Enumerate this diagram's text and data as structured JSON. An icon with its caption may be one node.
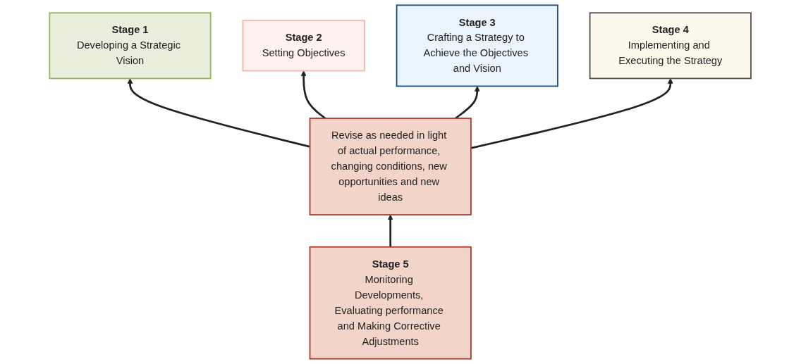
{
  "diagram": {
    "nodes": [
      {
        "text": [
          "Stage 1",
          "Developing a Strategic Vision"
        ]
      },
      {
        "text": [
          "Stage 2",
          "Setting Objectives"
        ]
      },
      {
        "text": [
          "Stage 3",
          "Crafting a Strategy to Achieve the Objectives and Vision"
        ]
      },
      {
        "text": [
          "Stage 4",
          "Implementing and Executing the Strategy"
        ]
      },
      {
        "text": [
          "Stage 5",
          "Monitoring Developments, Evaluating performance and Making Corrective Adjustments"
        ]
      },
      {
        "text": [
          "Revise as needed in light of actual performance, changing conditions, new opportunities and new ideas"
        ]
      }
    ],
    "edges": [
      {
        "from": 5,
        "to": 0,
        "arrow": "to"
      },
      {
        "from": 5,
        "to": 1,
        "arrow": "to"
      },
      {
        "from": 5,
        "to": 2,
        "arrow": "to"
      },
      {
        "from": 5,
        "to": 3,
        "arrow": "to"
      },
      {
        "from": 4,
        "to": 5,
        "arrow": "to"
      }
    ]
  }
}
